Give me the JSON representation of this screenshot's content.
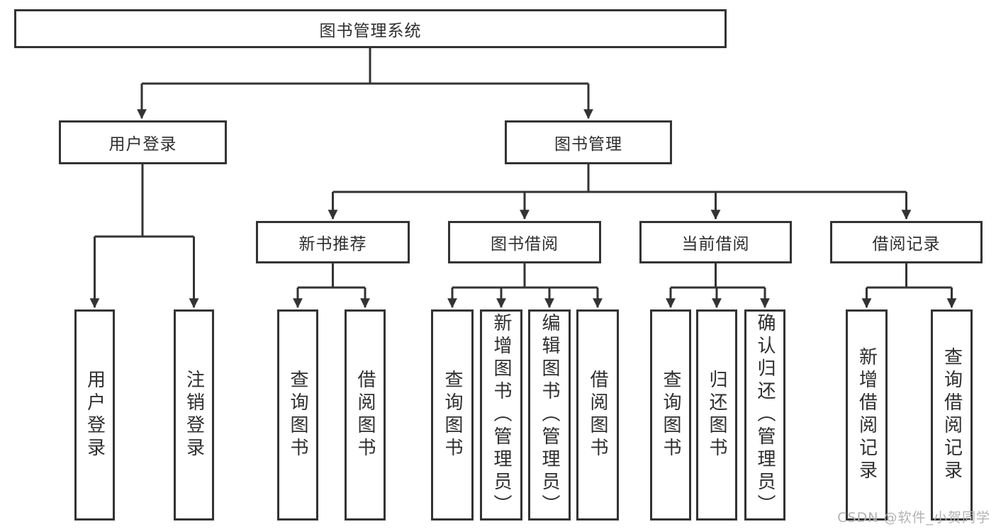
{
  "diagram": {
    "title": "图书管理系统",
    "root": {
      "label": "图书管理系统"
    },
    "branches": [
      {
        "label": "用户登录",
        "children": [
          {
            "label": "用户登录"
          },
          {
            "label": "注销登录"
          }
        ]
      },
      {
        "label": "图书管理",
        "children": [
          {
            "label": "新书推荐",
            "children": [
              {
                "label": "查询图书"
              },
              {
                "label": "借阅图书"
              }
            ]
          },
          {
            "label": "图书借阅",
            "children": [
              {
                "label": "查询图书"
              },
              {
                "label": "新增图书（管理员）"
              },
              {
                "label": "编辑图书（管理员）"
              },
              {
                "label": "借阅图书"
              }
            ]
          },
          {
            "label": "当前借阅",
            "children": [
              {
                "label": "查询图书"
              },
              {
                "label": "归还图书"
              },
              {
                "label": "确认归还（管理员）"
              }
            ]
          },
          {
            "label": "借阅记录",
            "children": [
              {
                "label": "新增借阅记录"
              },
              {
                "label": "查询借阅记录"
              }
            ]
          }
        ]
      }
    ]
  },
  "watermark": {
    "text": "CSDN @软件_小贺同学"
  },
  "colors": {
    "line": "#333333",
    "border": "#333333",
    "text": "#2e2e2e",
    "background": "#ffffff",
    "watermark": "#b2b2b2"
  }
}
